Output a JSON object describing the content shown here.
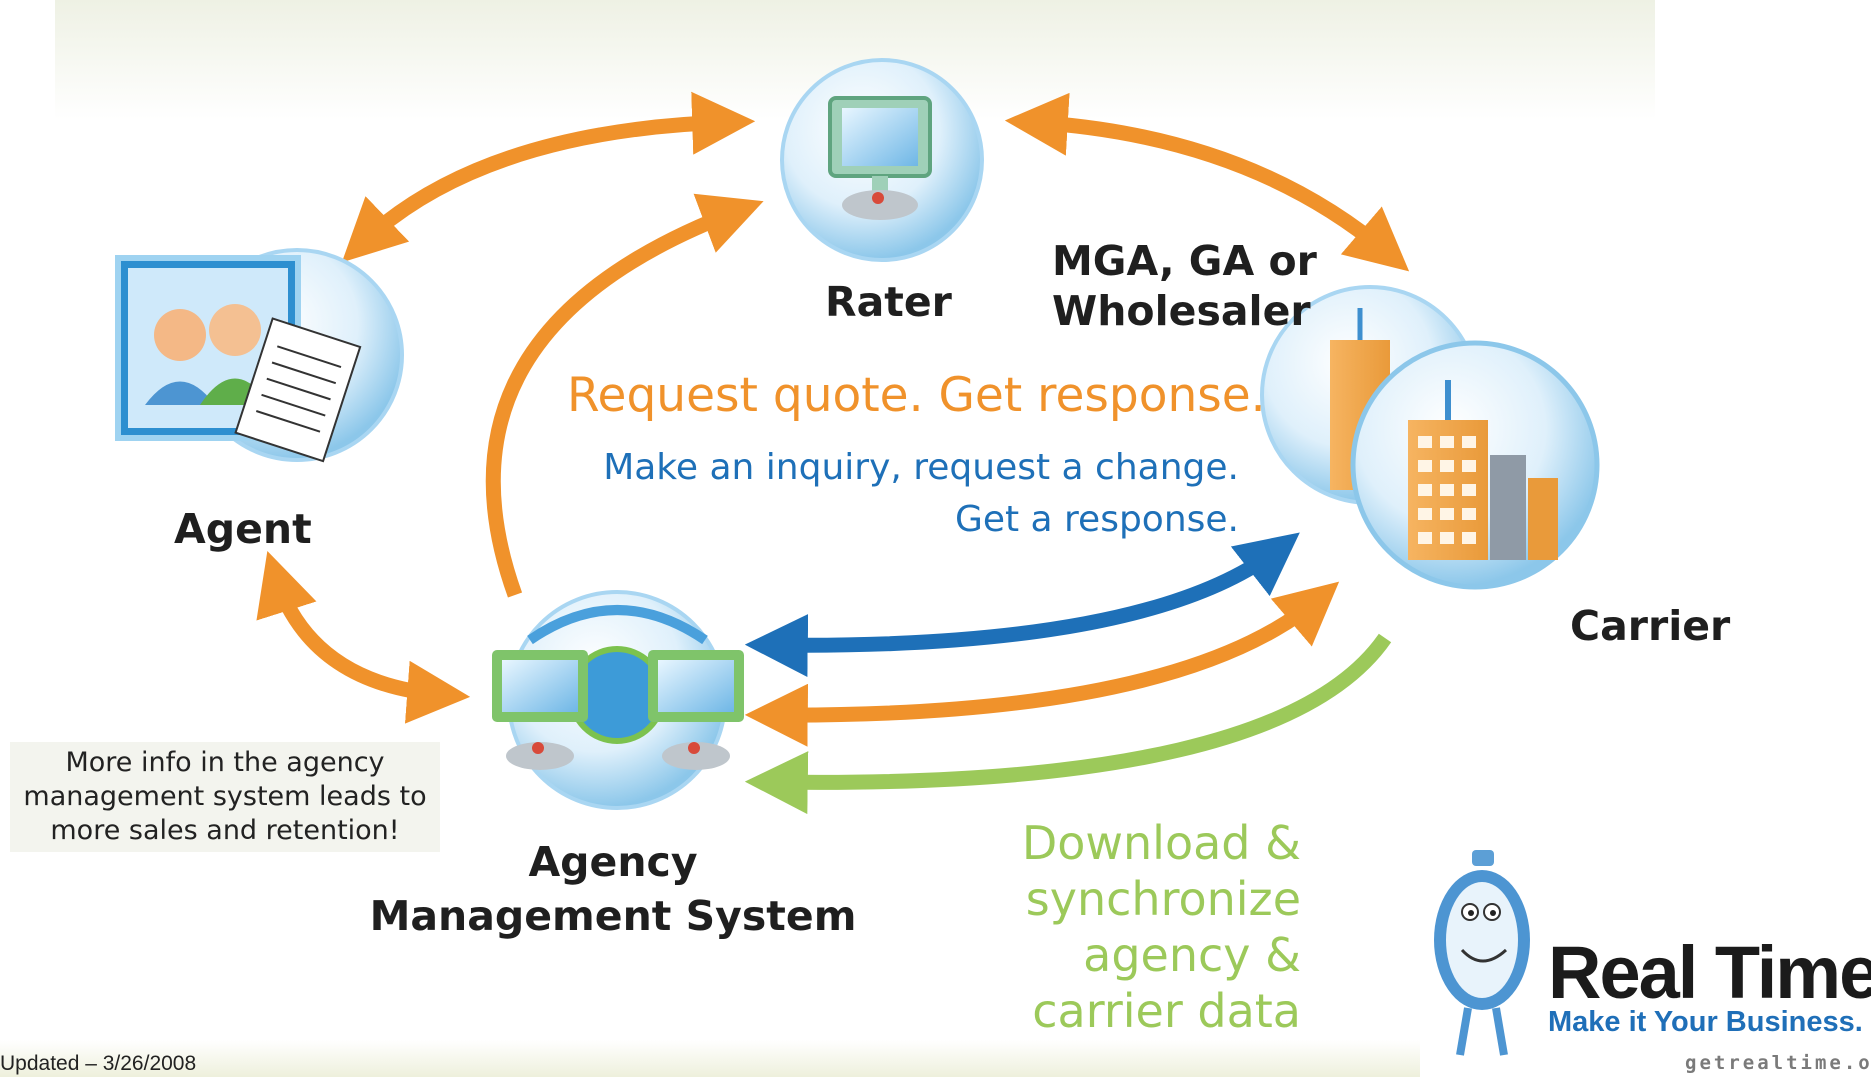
{
  "nodes": {
    "rater": "Rater",
    "mga": "MGA, GA or\nWholesaler",
    "agent": "Agent",
    "ams": "Agency\nManagement System",
    "carrier": "Carrier"
  },
  "messages": {
    "request_quote": "Request quote. Get response.",
    "inquiry": "Make an inquiry, request a change.\nGet a response.",
    "download": "Download &\nsynchronize\nagency &\ncarrier data"
  },
  "note": "More info in the agency management system leads to more sales and retention!",
  "footer": {
    "updated": "Updated – 3/26/2008"
  },
  "logo": {
    "title": "Real Time",
    "tagline": "Make it Your Business.",
    "url": "getrealtime.org"
  },
  "colors": {
    "orange": "#f0922b",
    "blue": "#1e70b8",
    "green": "#9cc95a",
    "bubble": "#cfe8f8"
  }
}
